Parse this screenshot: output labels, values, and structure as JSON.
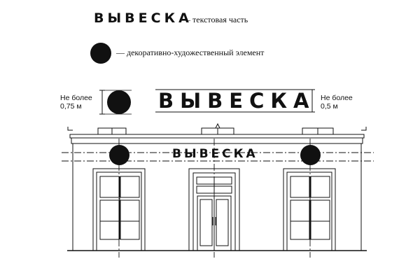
{
  "legend": {
    "text_sign_word": "ВЫВЕСКА",
    "text_part_label": "— текстовая часть",
    "decor_label": "— декоративно-художественный элемент"
  },
  "dimensions": {
    "sign_word": "ВЫВЕСКА",
    "left_label_line1": "Не более",
    "left_label_line2": "0,75 м",
    "right_label_line1": "Не более",
    "right_label_line2": "0,5 м"
  },
  "facade": {
    "sign_word": "ВЫВЕСКА"
  },
  "colors": {
    "ink": "#111111",
    "paper": "#ffffff"
  }
}
